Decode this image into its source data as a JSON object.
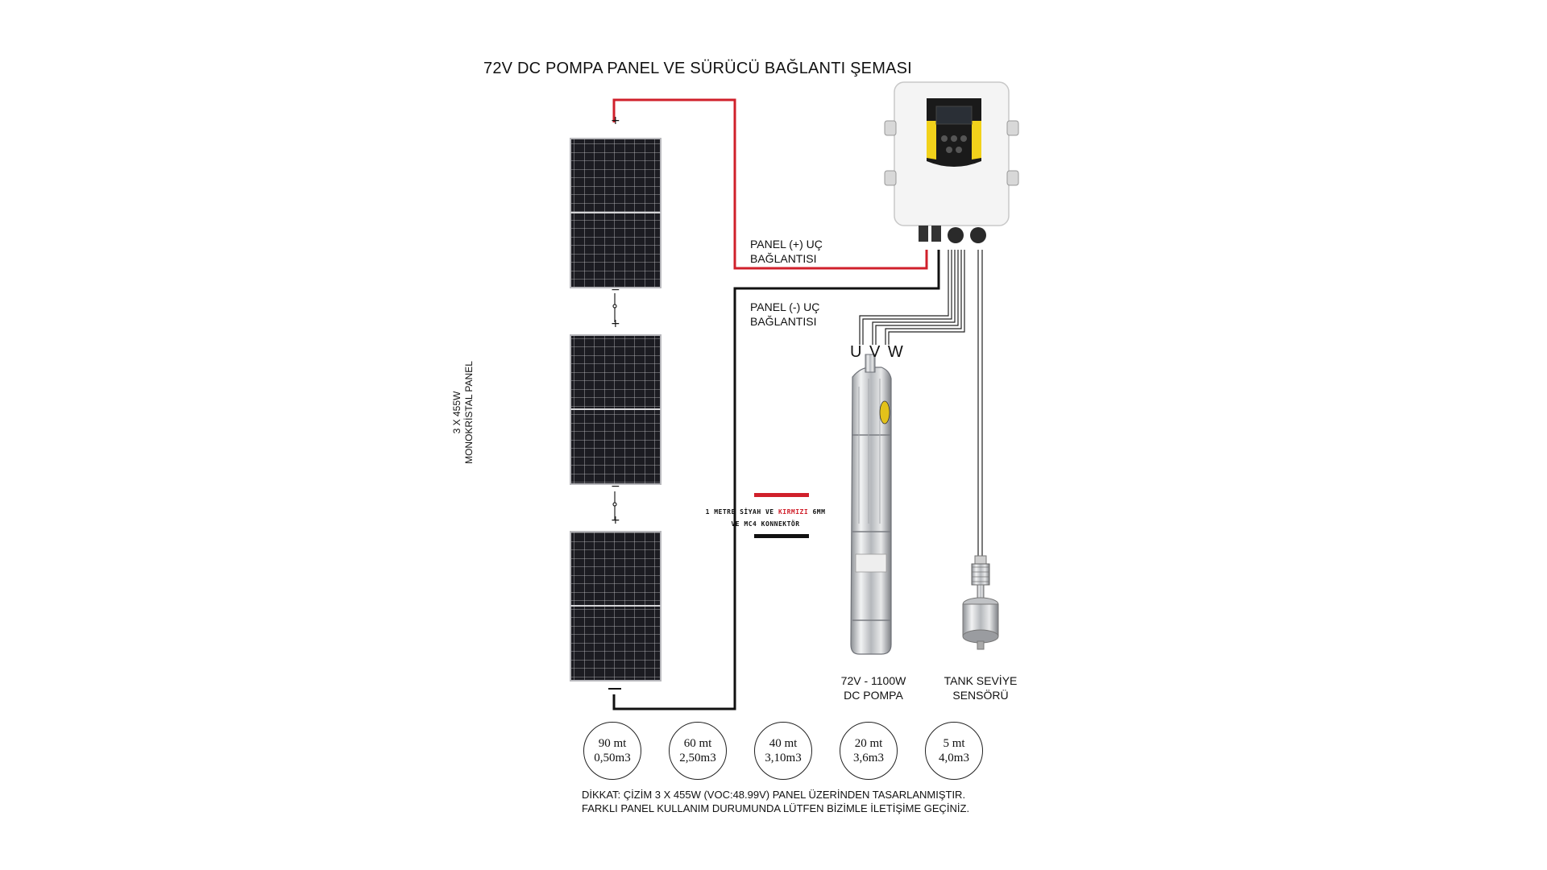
{
  "title": "72V DC POMPA PANEL VE SÜRÜCÜ BAĞLANTI ŞEMASI",
  "panel_array_label": {
    "line1": "3 X 455W",
    "line2": "MONOKRİSTAL PANEL"
  },
  "positive_connection": {
    "line1": "PANEL (+) UÇ",
    "line2": "BAĞLANTISI"
  },
  "negative_connection": {
    "line1": "PANEL (-) UÇ",
    "line2": "BAĞLANTISI"
  },
  "motor_phases": "U V W",
  "cable_note": {
    "line1_a": "1 METRE SİYAH VE ",
    "line1_red": "KIRMIZI",
    "line1_b": " 6MM",
    "line2": "VE MC4 KONNEKTÖR"
  },
  "pump_label": {
    "line1": "72V - 1100W",
    "line2": "DC POMPA"
  },
  "sensor_label": {
    "line1": "TANK SEVİYE",
    "line2": "SENSÖRÜ"
  },
  "performance": [
    {
      "head": "90 mt",
      "flow": "0,50m3"
    },
    {
      "head": "60 mt",
      "flow": "2,50m3"
    },
    {
      "head": "40 mt",
      "flow": "3,10m3"
    },
    {
      "head": "20 mt",
      "flow": "3,6m3"
    },
    {
      "head": "5 mt",
      "flow": "4,0m3"
    }
  ],
  "warning": {
    "line1": "DİKKAT: ÇİZİM 3 X 455W (VOC:48.99V) PANEL ÜZERİNDEN  TASARLANMIŞTIR.",
    "line2": "FARKLI PANEL KULLANIM DURUMUNDA LÜTFEN BİZİMLE İLETİŞİME GEÇİNİZ."
  },
  "colors": {
    "positive_wire": "#d0202b",
    "negative_wire": "#111111",
    "panel_cell": "#1c1c22",
    "controller_accent": "#f2d21b"
  },
  "icons": [
    "solar-panel-icon",
    "pump-controller-icon",
    "submersible-pump-icon",
    "float-level-sensor-icon"
  ]
}
